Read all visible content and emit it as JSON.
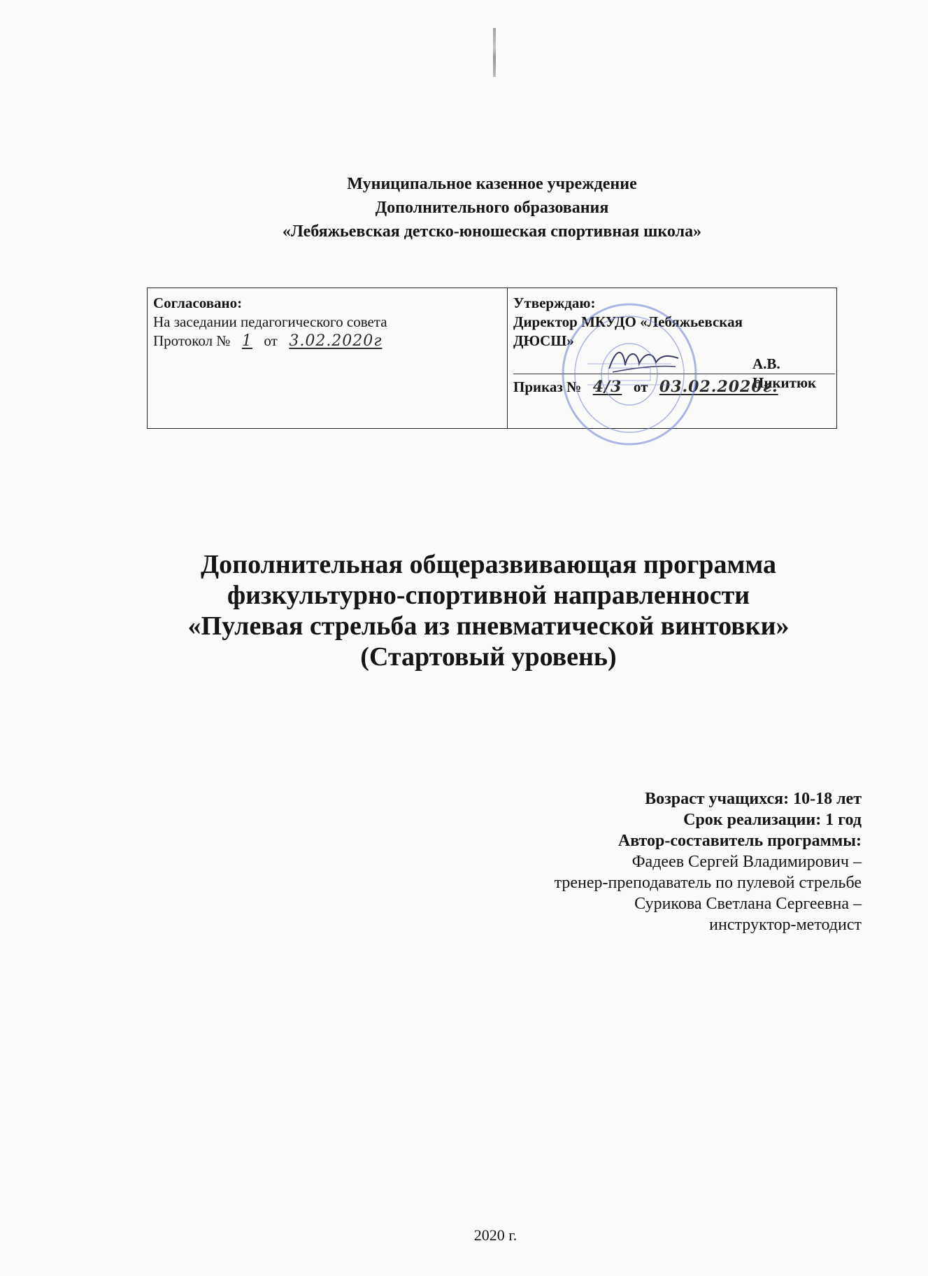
{
  "header": {
    "line1": "Муниципальное казенное учреждение",
    "line2": "Дополнительного образования",
    "line3": "«Лебяжьевская детско-юношеская спортивная школа»"
  },
  "agreed": {
    "heading": "Согласовано:",
    "line1": "На заседании педагогического совета",
    "protocol_label": "Протокол №",
    "protocol_number": "1",
    "from_label": "от",
    "protocol_date": "3.02.2020г"
  },
  "approved": {
    "heading": "Утверждаю:",
    "line1": "Директор МКУДО «Лебяжьевская",
    "line2": "ДЮСШ»",
    "director_name": "А.В. Никитюк",
    "order_label": "Приказ №",
    "order_number": "4/3",
    "from_label": "от",
    "order_date": "03.02.2020г."
  },
  "title": {
    "line1": "Дополнительная общеразвивающая программа",
    "line2": "физкультурно-спортивной направленности",
    "line3": "«Пулевая стрельба из пневматической винтовки»",
    "line4": "(Стартовый уровень)"
  },
  "info": {
    "age": "Возраст учащихся: 10-18 лет",
    "term": "Срок реализации: 1 год",
    "authors_label": "Автор-составитель программы:",
    "author1_name": "Фадеев Сергей Владимирович –",
    "author1_role": "тренер-преподаватель по пулевой стрельбе",
    "author2_name": "Сурикова Светлана Сергеевна –",
    "author2_role": "инструктор-методист"
  },
  "year": "2020 г.",
  "colors": {
    "stamp": "#6b7fd0",
    "ink": "#141414"
  }
}
